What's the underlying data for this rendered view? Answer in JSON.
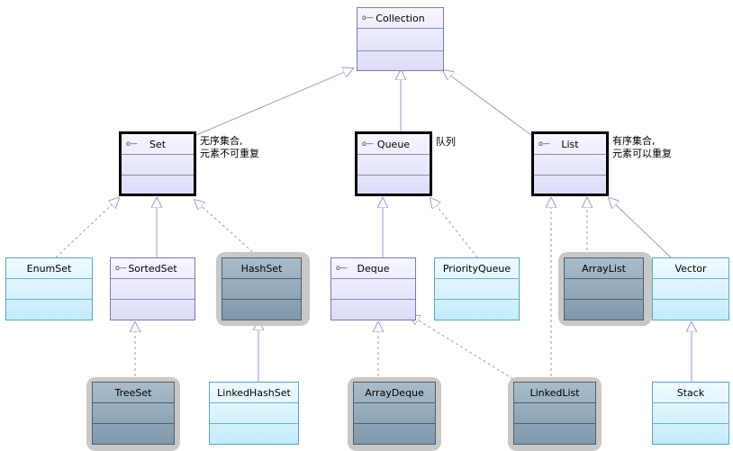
{
  "classes": {
    "collection": "Collection",
    "set": "Set",
    "queue": "Queue",
    "list": "List",
    "enumset": "EnumSet",
    "sortedset": "SortedSet",
    "hashset": "HashSet",
    "deque": "Deque",
    "priorityqueue": "PriorityQueue",
    "arraylist": "ArrayList",
    "vector": "Vector",
    "treeset": "TreeSet",
    "linkedhashset": "LinkedHashSet",
    "arraydeque": "ArrayDeque",
    "linkedlist": "LinkedList",
    "stack": "Stack"
  },
  "notes": {
    "set_line1": "无序集合,",
    "set_line2": "元素不可重复",
    "queue": "队列",
    "list_line1": "有序集合,",
    "list_line2": "元素可以重复"
  },
  "interface_icon": "interface-lollipop-icon",
  "colors": {
    "interface_fill": "#dcdcf8",
    "class_fill": "#c4ecfb",
    "highlight_fill": "#7f98ab",
    "edge": "#9a9ad0"
  }
}
